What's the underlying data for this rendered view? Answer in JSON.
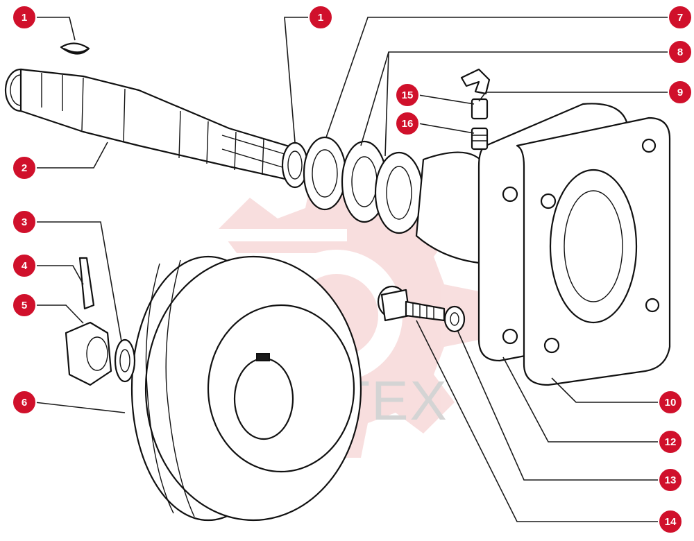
{
  "watermark": {
    "text": "ИНТЕХ",
    "logo_color": "#f3c4c4",
    "text_color": "#d4d4d4"
  },
  "callout_style": {
    "fill": "#d0102b",
    "text_color": "#ffffff"
  },
  "callouts": [
    {
      "id": "c1a",
      "label": "1"
    },
    {
      "id": "c1b",
      "label": "1"
    },
    {
      "id": "c2",
      "label": "2"
    },
    {
      "id": "c3",
      "label": "3"
    },
    {
      "id": "c4",
      "label": "4"
    },
    {
      "id": "c5",
      "label": "5"
    },
    {
      "id": "c6",
      "label": "6"
    },
    {
      "id": "c7",
      "label": "7"
    },
    {
      "id": "c8",
      "label": "8"
    },
    {
      "id": "c9",
      "label": "9"
    },
    {
      "id": "c10",
      "label": "10"
    },
    {
      "id": "c12",
      "label": "12"
    },
    {
      "id": "c13",
      "label": "13"
    },
    {
      "id": "c14",
      "label": "14"
    },
    {
      "id": "c15",
      "label": "15"
    },
    {
      "id": "c16",
      "label": "16"
    }
  ]
}
